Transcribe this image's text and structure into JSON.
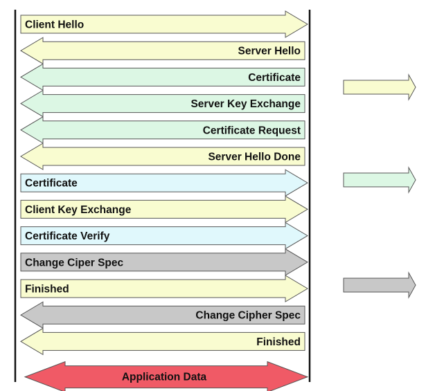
{
  "colors": {
    "yellow": "#f9fcd0",
    "green": "#dcf7e4",
    "blue": "#e0f8fc",
    "gray": "#c8c8c8",
    "red": "#f05a66",
    "stroke": "#555555",
    "line": "#111111"
  },
  "messages": [
    {
      "label": "Client Hello",
      "direction": "right",
      "color": "yellow"
    },
    {
      "label": "Server Hello",
      "direction": "left",
      "color": "yellow"
    },
    {
      "label": "Certificate",
      "direction": "left",
      "color": "green"
    },
    {
      "label": "Server Key Exchange",
      "direction": "left",
      "color": "green"
    },
    {
      "label": "Certificate Request",
      "direction": "left",
      "color": "green"
    },
    {
      "label": "Server Hello Done",
      "direction": "left",
      "color": "yellow"
    },
    {
      "label": "Certificate",
      "direction": "right",
      "color": "blue"
    },
    {
      "label": "Client Key Exchange",
      "direction": "right",
      "color": "yellow"
    },
    {
      "label": "Certificate Verify",
      "direction": "right",
      "color": "blue"
    },
    {
      "label": "Change Ciper Spec",
      "direction": "right",
      "color": "gray"
    },
    {
      "label": "Finished",
      "direction": "right",
      "color": "yellow"
    },
    {
      "label": "Change Cipher Spec",
      "direction": "left",
      "color": "gray"
    },
    {
      "label": "Finished",
      "direction": "left",
      "color": "yellow"
    },
    {
      "label": "Application Data",
      "direction": "both",
      "color": "red"
    }
  ],
  "legend": [
    {
      "color": "yellow"
    },
    {
      "color": "green"
    },
    {
      "color": "gray"
    }
  ]
}
